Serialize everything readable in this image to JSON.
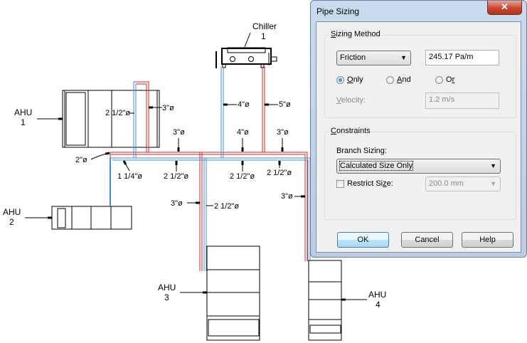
{
  "drawing": {
    "equipment": [
      {
        "name": "AHU",
        "number": "1"
      },
      {
        "name": "AHU",
        "number": "2"
      },
      {
        "name": "AHU",
        "number": "3"
      },
      {
        "name": "AHU",
        "number": "4"
      },
      {
        "name": "Chiller",
        "number": "1"
      }
    ],
    "pipe_labels": {
      "ahu1_supply": "2 1/2\"ø",
      "ahu1_return": "3\"ø",
      "ahu1_branch": "2\"ø",
      "ahu2_branch": "1 1/4\"ø",
      "main_top_left": "3\"ø",
      "main_bottom_left": "2 1/2\"ø",
      "chiller_supply": "4\"ø",
      "chiller_return": "5\"ø",
      "main_top_mid": "4\"ø",
      "main_bottom_mid": "2 1/2\"ø",
      "main_top_right": "3\"ø",
      "main_bottom_right": "2 1/2\"ø",
      "ahu3_return": "3\"ø",
      "ahu3_supply": "2 1/2\"ø",
      "ahu4_return": "3\"ø"
    },
    "colors": {
      "supply": "#3b8fe0",
      "return": "#e02020"
    }
  },
  "dialog": {
    "title": "Pipe Sizing",
    "close_glyph": "✕",
    "sizing_method": {
      "label_first": "S",
      "label_rest": "izing Method",
      "method_value": "Friction",
      "friction_value": "245.17 Pa/m",
      "radios": [
        {
          "first": "O",
          "rest": "nly",
          "checked": true
        },
        {
          "first": "A",
          "rest": "nd",
          "checked": false
        },
        {
          "first": "O",
          "rest": "r",
          "underline_last": true,
          "checked": false
        }
      ],
      "velocity_first": "V",
      "velocity_rest": "elocity:",
      "velocity_value": "1.2 m/s"
    },
    "constraints": {
      "label_first": "C",
      "label_rest": "onstraints",
      "branch_sizing_label": "Branch Sizing:",
      "branch_sizing_value": "Calculated Size Only",
      "restrict_label_a": "Restrict Si",
      "restrict_label_u": "z",
      "restrict_label_b": "e:",
      "restrict_checked": false,
      "restrict_value": "200.0 mm"
    },
    "buttons": {
      "ok": "OK",
      "cancel": "Cancel",
      "help": "Help"
    }
  }
}
